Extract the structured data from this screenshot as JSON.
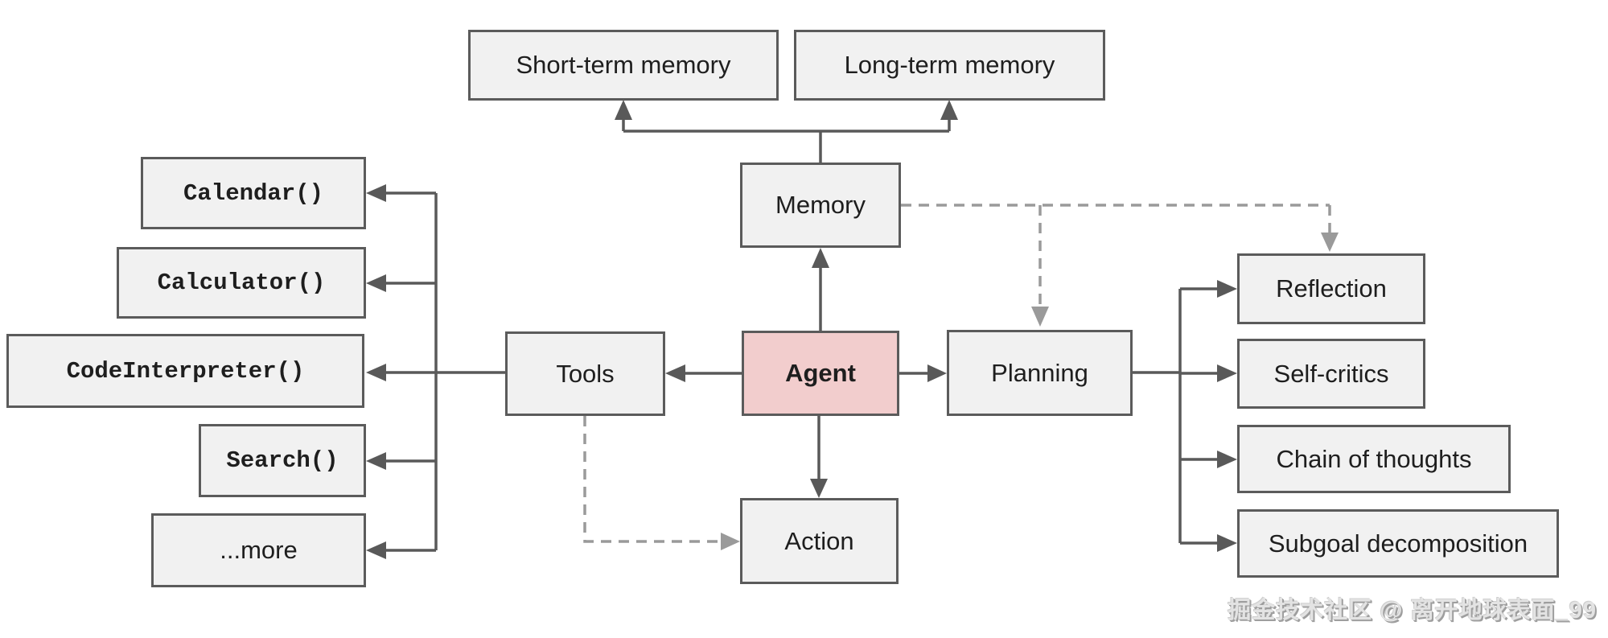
{
  "diagram": {
    "title_implied": "LLM agent overview diagram",
    "nodes": {
      "short_term_memory": {
        "label": "Short-term memory"
      },
      "long_term_memory": {
        "label": "Long-term memory"
      },
      "memory": {
        "label": "Memory"
      },
      "agent": {
        "label": "Agent"
      },
      "tools": {
        "label": "Tools"
      },
      "planning": {
        "label": "Planning"
      },
      "action": {
        "label": "Action"
      },
      "calendar": {
        "label": "Calendar()"
      },
      "calculator": {
        "label": "Calculator()"
      },
      "code_interpreter": {
        "label": "CodeInterpreter()"
      },
      "search": {
        "label": "Search()"
      },
      "more": {
        "label": "...more"
      },
      "reflection": {
        "label": "Reflection"
      },
      "self_critics": {
        "label": "Self-critics"
      },
      "chain_of_thoughts": {
        "label": "Chain of thoughts"
      },
      "subgoal_decomposition": {
        "label": "Subgoal decomposition"
      }
    },
    "edges": [
      {
        "from": "memory",
        "to": "short_term_memory",
        "style": "solid-arrow"
      },
      {
        "from": "memory",
        "to": "long_term_memory",
        "style": "solid-arrow"
      },
      {
        "from": "agent",
        "to": "memory",
        "style": "solid-arrow"
      },
      {
        "from": "agent",
        "to": "tools",
        "style": "solid-arrow"
      },
      {
        "from": "agent",
        "to": "planning",
        "style": "solid-arrow"
      },
      {
        "from": "agent",
        "to": "action",
        "style": "solid-arrow"
      },
      {
        "from": "tools",
        "to": "calendar",
        "style": "solid-arrow"
      },
      {
        "from": "tools",
        "to": "calculator",
        "style": "solid-arrow"
      },
      {
        "from": "tools",
        "to": "code_interpreter",
        "style": "solid-arrow"
      },
      {
        "from": "tools",
        "to": "search",
        "style": "solid-arrow"
      },
      {
        "from": "tools",
        "to": "more",
        "style": "solid-arrow"
      },
      {
        "from": "planning",
        "to": "reflection",
        "style": "solid-arrow"
      },
      {
        "from": "planning",
        "to": "self_critics",
        "style": "solid-arrow"
      },
      {
        "from": "planning",
        "to": "chain_of_thoughts",
        "style": "solid-arrow"
      },
      {
        "from": "planning",
        "to": "subgoal_decomposition",
        "style": "solid-arrow"
      },
      {
        "from": "memory",
        "to": "planning",
        "style": "dashed-arrow"
      },
      {
        "from": "memory",
        "to": "reflection",
        "style": "dashed-arrow"
      },
      {
        "from": "tools",
        "to": "action",
        "style": "dashed-arrow"
      }
    ],
    "colors": {
      "background": "#ffffff",
      "box_fill": "#f1f1f1",
      "box_border": "#5b5b5b",
      "agent_fill": "#f2cdcd",
      "solid_line": "#595959",
      "dashed_line": "#9a9a9a"
    },
    "watermark": "掘金技术社区 @ 离开地球表面_99"
  }
}
